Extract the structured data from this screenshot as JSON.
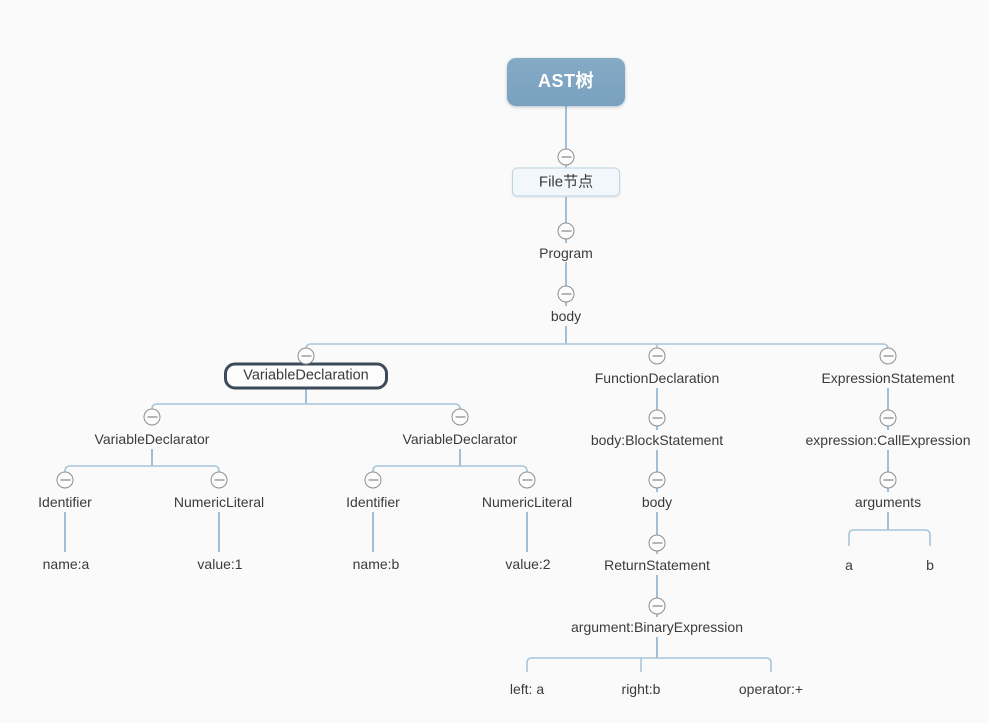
{
  "app": {
    "background": "#fafafa"
  },
  "palette": {
    "root_fill": "#7ea4c1",
    "root_text": "#ffffff",
    "box_fill": "#f2f7fb",
    "box_border": "#bdd3e2",
    "selected_border": "#3c4b5a",
    "node_text": "#3b3b3b",
    "rail_line": "#a8c5d9",
    "stub_line": "#8bb0d0",
    "collapse_border": "#8e8e8e",
    "collapse_minus": "#6f6f6f"
  },
  "icons": {
    "collapse": "minus-circle-icon"
  },
  "tree": {
    "root_label": "AST树",
    "nodes": [
      {
        "id": "root",
        "label": "AST树",
        "kind": "root",
        "collapsible": false
      },
      {
        "id": "file",
        "label": "File节点",
        "kind": "boxed",
        "collapsible": true
      },
      {
        "id": "program",
        "label": "Program",
        "kind": "text",
        "collapsible": true
      },
      {
        "id": "body1",
        "label": "body",
        "kind": "text",
        "collapsible": true
      },
      {
        "id": "vardecl",
        "label": "VariableDeclaration",
        "kind": "selected",
        "collapsible": true
      },
      {
        "id": "funcdecl",
        "label": "FunctionDeclaration",
        "kind": "text",
        "collapsible": true
      },
      {
        "id": "exprstmt",
        "label": "ExpressionStatement",
        "kind": "text",
        "collapsible": true
      },
      {
        "id": "vardtor1",
        "label": "VariableDeclarator",
        "kind": "text",
        "collapsible": true
      },
      {
        "id": "vardtor2",
        "label": "VariableDeclarator",
        "kind": "text",
        "collapsible": true
      },
      {
        "id": "bodyblock",
        "label": "body:BlockStatement",
        "kind": "text",
        "collapsible": true
      },
      {
        "id": "exprcall",
        "label": "expression:CallExpression",
        "kind": "text",
        "collapsible": true
      },
      {
        "id": "ident1",
        "label": "Identifier",
        "kind": "text",
        "collapsible": true
      },
      {
        "id": "numlit1",
        "label": "NumericLiteral",
        "kind": "text",
        "collapsible": true
      },
      {
        "id": "ident2",
        "label": "Identifier",
        "kind": "text",
        "collapsible": true
      },
      {
        "id": "numlit2",
        "label": "NumericLiteral",
        "kind": "text",
        "collapsible": true
      },
      {
        "id": "body2",
        "label": "body",
        "kind": "text",
        "collapsible": true
      },
      {
        "id": "args",
        "label": "arguments",
        "kind": "text",
        "collapsible": true
      },
      {
        "id": "namea",
        "label": "name:a",
        "kind": "text",
        "collapsible": false
      },
      {
        "id": "value1",
        "label": "value:1",
        "kind": "text",
        "collapsible": false
      },
      {
        "id": "nameb",
        "label": "name:b",
        "kind": "text",
        "collapsible": false
      },
      {
        "id": "value2",
        "label": "value:2",
        "kind": "text",
        "collapsible": false
      },
      {
        "id": "retstmt",
        "label": "ReturnStatement",
        "kind": "text",
        "collapsible": true
      },
      {
        "id": "arga",
        "label": "a",
        "kind": "text",
        "collapsible": false
      },
      {
        "id": "argb",
        "label": "b",
        "kind": "text",
        "collapsible": false
      },
      {
        "id": "argbin",
        "label": "argument:BinaryExpression",
        "kind": "text",
        "collapsible": true
      },
      {
        "id": "lefta",
        "label": "left: a",
        "kind": "text",
        "collapsible": false
      },
      {
        "id": "rightb",
        "label": "right:b",
        "kind": "text",
        "collapsible": false
      },
      {
        "id": "opplus",
        "label": "operator:+",
        "kind": "text",
        "collapsible": false
      }
    ]
  }
}
